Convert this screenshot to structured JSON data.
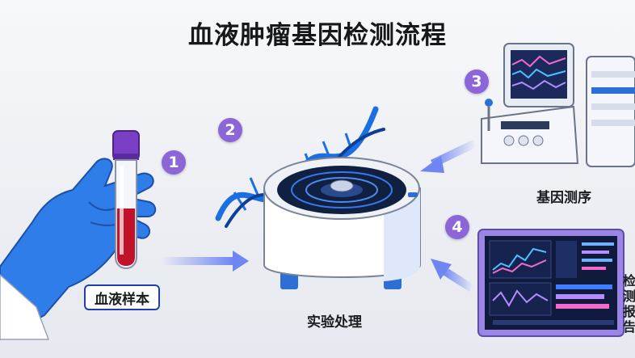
{
  "title": "血液肿瘤基因检测流程",
  "steps": [
    {
      "number": "1",
      "label": "血液样本"
    },
    {
      "number": "2",
      "label": "实验处理"
    },
    {
      "number": "3",
      "label": "基因测序"
    },
    {
      "number": "4",
      "label": "检测报告"
    }
  ],
  "colors": {
    "accent": "#8c66d8",
    "arrow": "#6f86f2",
    "glove": "#2f7de8",
    "blood": "#c0132a",
    "tube_cap": "#7b3fc6",
    "monitor_frame": "#9b86e6"
  },
  "icons": [
    "hand-glove-icon",
    "test-tube-icon",
    "dna-helix-icon",
    "centrifuge-icon",
    "sequencer-machine-icon",
    "server-tower-icon",
    "report-monitor-icon"
  ]
}
